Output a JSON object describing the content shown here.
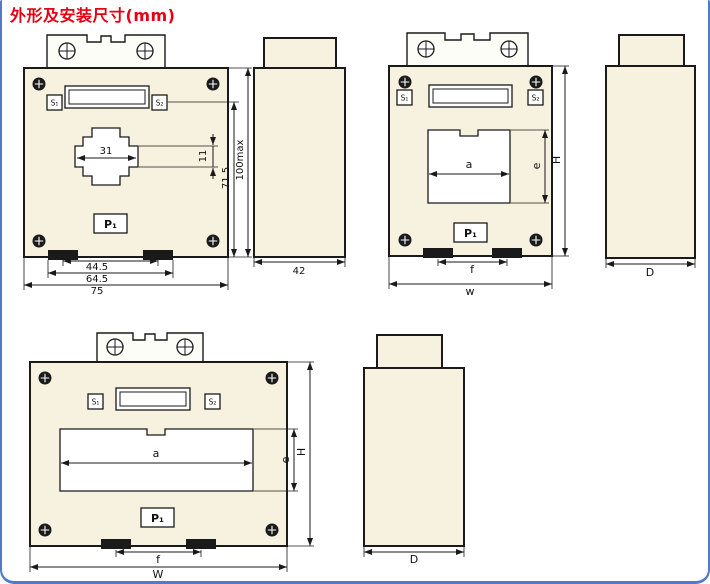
{
  "title": "外形及安装尺寸(mm)",
  "colors": {
    "title_red": "#e60012",
    "page_border_blue": "#4f7bc7",
    "body_fill_cream": "#f6f2df",
    "drawing_line": "#1a1a1a"
  },
  "terminals": {
    "s1": "S₁",
    "s2": "S₂",
    "p1": "P₁"
  },
  "views": {
    "front_small": {
      "dims": {
        "window_width": "31",
        "step_height": "11",
        "mid_height": "71.5",
        "max_height": "100max",
        "feet_pitch": "44.5",
        "mount_pitch": "64.5",
        "overall_width": "75"
      }
    },
    "side_small": {
      "dims": {
        "depth": "42"
      }
    },
    "front_medium": {
      "dims": {
        "window_width": "a",
        "window_height": "e",
        "overall_height": "H",
        "feet_pitch": "f",
        "overall_width": "w"
      }
    },
    "side_medium": {
      "dims": {
        "depth": "D"
      }
    },
    "front_large": {
      "dims": {
        "window_width": "a",
        "window_height": "e",
        "overall_height": "H",
        "feet_pitch": "f",
        "overall_width": "W"
      }
    },
    "side_large": {
      "dims": {
        "depth": "D"
      }
    }
  }
}
